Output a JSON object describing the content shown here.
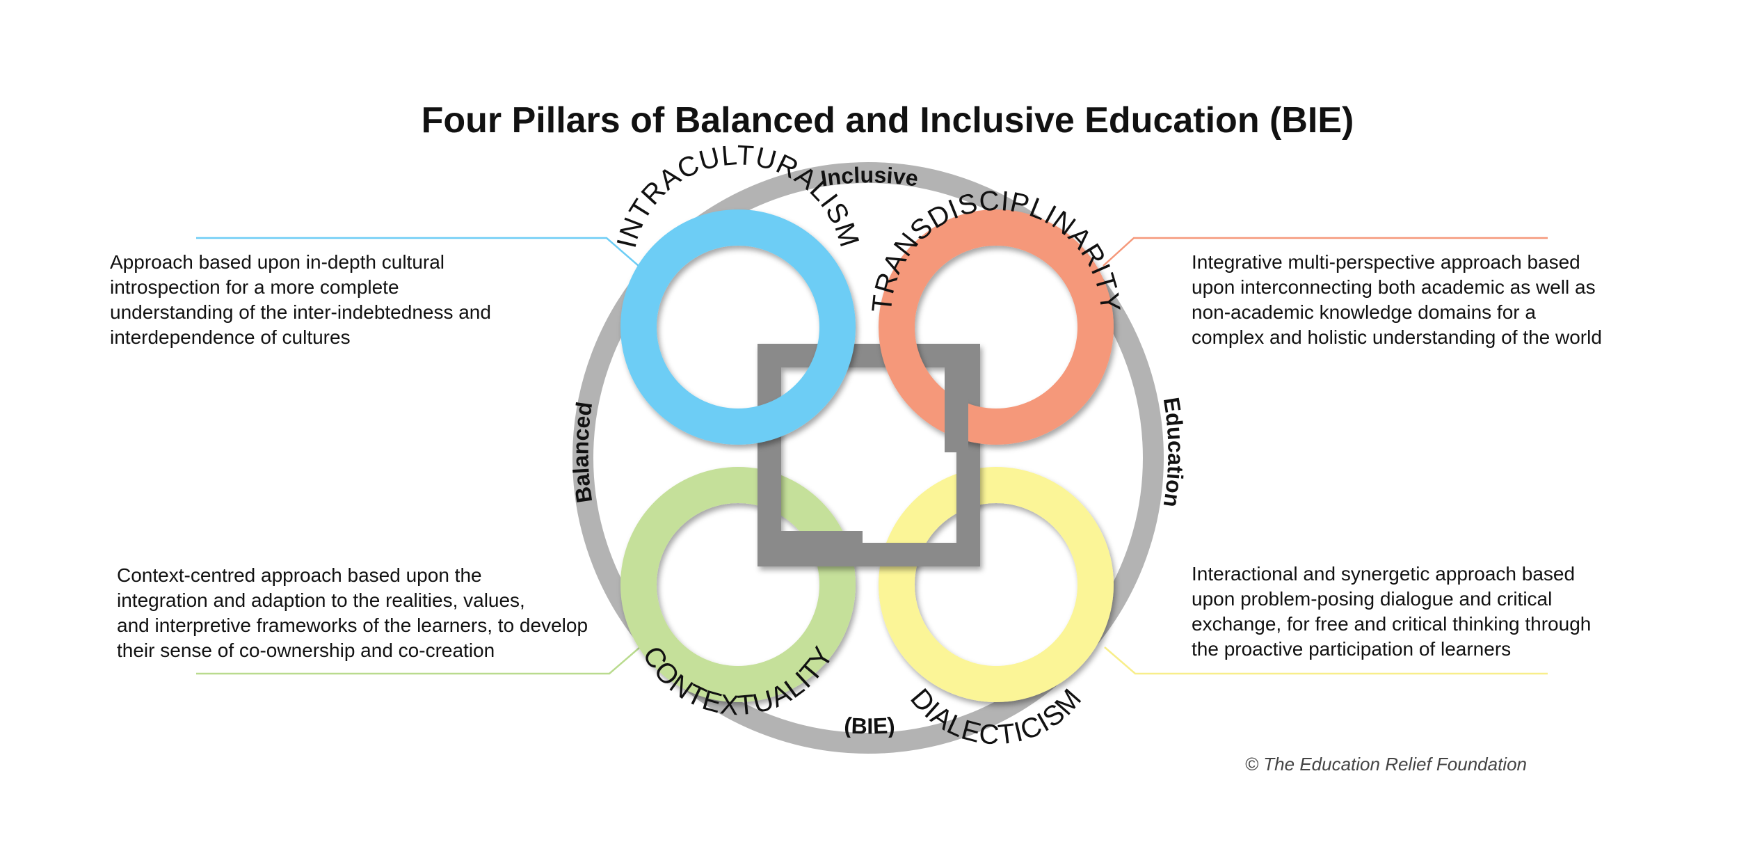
{
  "title": "Four Pillars of Balanced and Inclusive Education (BIE)",
  "outer_ring": {
    "color": "#b3b3b3",
    "labels": {
      "top": "Inclusive",
      "left": "Balanced",
      "right": "Education",
      "bottom": "(BIE)"
    }
  },
  "center_square": {
    "color": "#8a8a8a"
  },
  "pillars": [
    {
      "name": "INTRACULTURALISM",
      "color": "#6dcdf5",
      "line_color": "#6dcdf5",
      "description": [
        "Approach based upon in-depth cultural",
        "introspection for a more complete",
        "understanding of the inter-indebtedness and",
        "interdependence of cultures"
      ]
    },
    {
      "name": "TRANSDISCIPLINARITY",
      "color": "#f5987a",
      "line_color": "#f5987a",
      "description": [
        "Integrative multi-perspective approach based",
        "upon interconnecting both academic as well as",
        "non-academic knowledge domains for a",
        "complex and holistic understanding of the world"
      ]
    },
    {
      "name": "CONTEXTUALITY",
      "color": "#c5e09a",
      "line_color": "#b9db8e",
      "description": [
        "Context-centred approach based upon the",
        "integration and adaption to the realities, values,",
        "and interpretive frameworks of the learners, to develop",
        "their sense of co-ownership and co-creation"
      ]
    },
    {
      "name": "DIALECTICISM",
      "color": "#fbf597",
      "line_color": "#f8ee8a",
      "description": [
        "Interactional and synergetic approach based",
        "upon problem-posing dialogue and critical",
        "exchange, for free and critical thinking through",
        "the proactive participation of learners"
      ]
    }
  ],
  "credit": "© The Education Relief Foundation"
}
